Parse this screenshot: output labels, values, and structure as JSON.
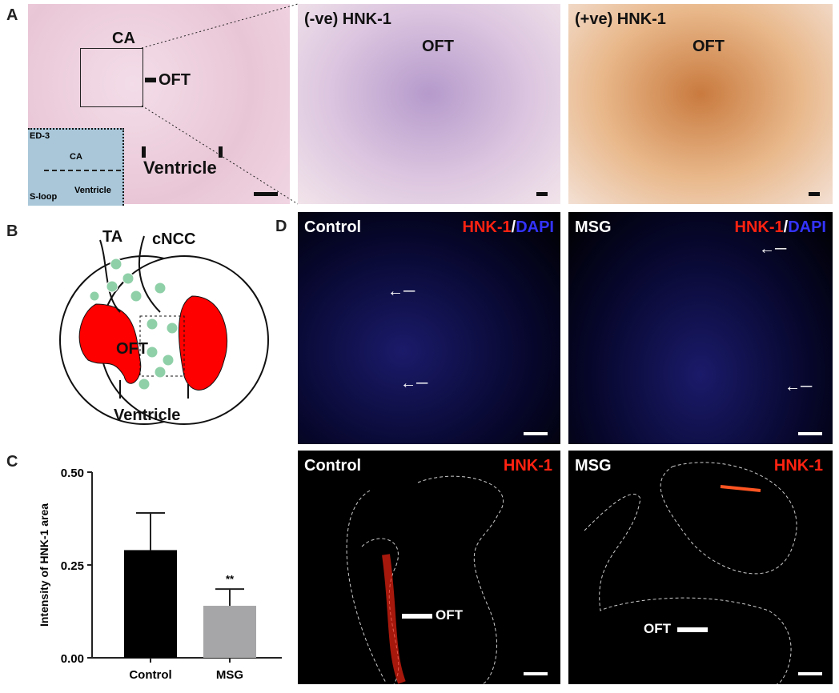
{
  "panels": {
    "A": "A",
    "B": "B",
    "C": "C",
    "D": "D"
  },
  "panelA": {
    "left": {
      "ca": "CA",
      "oft": "OFT",
      "ventricle": "Ventricle",
      "inset_stage": "ED-3",
      "inset_loop": "S-loop",
      "inset_ca": "CA",
      "inset_ventricle": "Ventricle"
    },
    "middle": {
      "title": "(-ve) HNK-1",
      "oft": "OFT"
    },
    "right": {
      "title": "(+ve) HNK-1",
      "oft": "OFT"
    }
  },
  "panelB": {
    "ta": "TA",
    "cncc": "cNCC",
    "oft": "OFT",
    "ventricle": "Ventricle"
  },
  "panelD": {
    "tl": {
      "group": "Control",
      "marker1": "HNK-1",
      "sep": "/",
      "marker2": "DAPI"
    },
    "tr": {
      "group": "MSG",
      "marker1": "HNK-1",
      "sep": "/",
      "marker2": "DAPI"
    },
    "bl": {
      "group": "Control",
      "marker": "HNK-1",
      "oft": "OFT"
    },
    "br": {
      "group": "MSG",
      "marker": "HNK-1",
      "oft": "OFT"
    }
  },
  "colors": {
    "red": "#ff2211",
    "blue": "#3333ff",
    "bar_control": "#000000",
    "bar_msg": "#a6a6a8"
  },
  "chart_data": {
    "type": "bar",
    "categories": [
      "Control",
      "MSG"
    ],
    "values": [
      0.29,
      0.14
    ],
    "errors": [
      0.1,
      0.045
    ],
    "ylabel": "Intensity of HNK-1 area",
    "ylim": [
      0,
      0.5
    ],
    "yticks": [
      "0.00",
      "0.25",
      "0.50"
    ],
    "ytick_values": [
      0,
      0.25,
      0.5
    ],
    "annotations": [
      {
        "category": "MSG",
        "text": "**"
      }
    ]
  }
}
